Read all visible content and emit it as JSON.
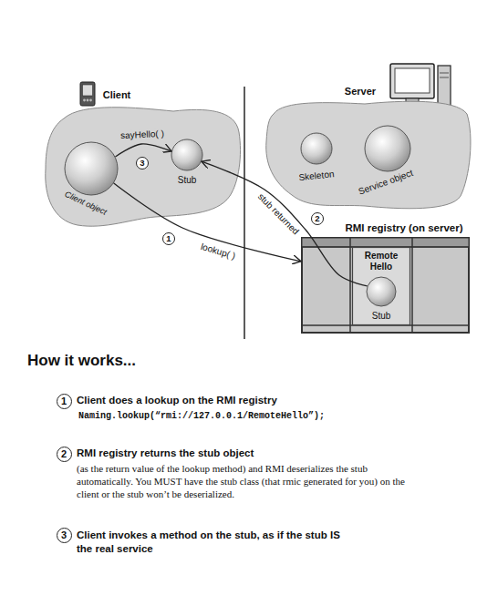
{
  "diagram": {
    "title": "How it works...",
    "nodes": [
      {
        "text": [
          "Client"
        ]
      },
      {
        "text": [
          "Client object"
        ],
        "in": 0
      },
      {
        "text": [
          "Stub"
        ],
        "in": 0
      },
      {
        "text": [
          "Server"
        ]
      },
      {
        "text": [
          "Skeleton"
        ],
        "in": 3
      },
      {
        "text": [
          "Service object"
        ],
        "in": 3
      },
      {
        "text": [
          "RMI registry (on server)"
        ]
      },
      {
        "text": [
          "Remote Hello"
        ],
        "in": 6
      },
      {
        "text": [
          "Stub"
        ],
        "in": 7
      }
    ],
    "edges": [
      {
        "from": 1,
        "to": 6,
        "arrow": "to",
        "label": "lookup( )"
      },
      {
        "from": 8,
        "to": 2,
        "arrow": "to",
        "label": "stub returned"
      },
      {
        "from": 1,
        "to": 2,
        "arrow": "to",
        "label": "sayHello( )"
      }
    ],
    "labels": [
      "1",
      "2",
      "3",
      "1",
      "Client does a lookup on the RMI registry",
      "Naming.lookup(“rmi://127.0.0.1/RemoteHello”);",
      "2",
      "RMI registry returns the stub object",
      "(as the return value of the lookup method) and RMI deserializes the stub automatically. You MUST have the stub class (that rmic generated for you) on the client or the stub won’t be deserialized.",
      "3",
      "Client invokes a method on the stub, as if the stub IS the real service"
    ]
  }
}
